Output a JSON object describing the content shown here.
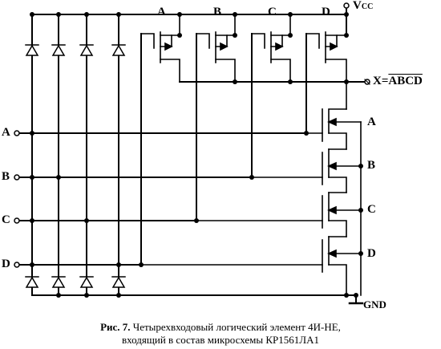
{
  "labels": {
    "vcc_main": "V",
    "vcc_sub": "CC",
    "top_a": "A",
    "top_b": "B",
    "top_c": "C",
    "top_d": "D",
    "output_prefix": "X=",
    "output_expr": "ABCD",
    "right_a": "A",
    "right_b": "B",
    "right_c": "C",
    "right_d": "D",
    "in_a": "A",
    "in_b": "B",
    "in_c": "C",
    "in_d": "D",
    "gnd": "GND"
  },
  "caption": {
    "fig": "Рис. 7.",
    "line1": " Четырехвходовый логический элемент 4И-НЕ,",
    "line2": "входящий в состав микросхемы  КР1561ЛА1"
  },
  "colors": {
    "ink": "#000000",
    "background": "#ffffff"
  }
}
